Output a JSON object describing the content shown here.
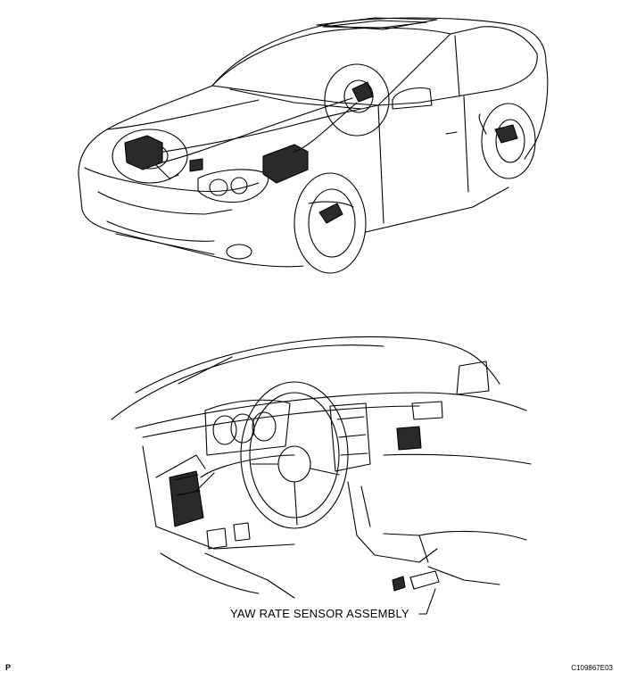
{
  "labels": {
    "yaw_rate_sensor": "YAW RATE SENSOR ASSEMBLY"
  },
  "footer": {
    "left_code": "P",
    "right_code": "C109867E03"
  },
  "colors": {
    "line": "#000000",
    "background": "#ffffff",
    "shade": "#2a2a2a"
  }
}
